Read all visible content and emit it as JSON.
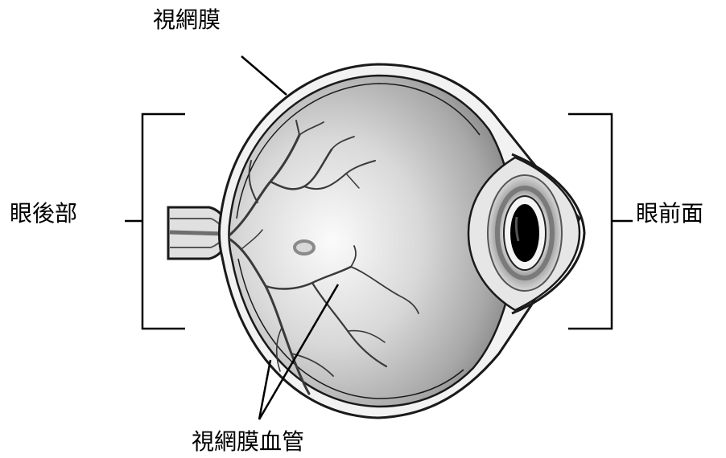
{
  "labels": {
    "retina": "視網膜",
    "posterior_segment": "眼後部",
    "anterior_segment": "眼前面",
    "retinal_vessels": "視網膜血管"
  },
  "colors": {
    "outline": "#1a1a1a",
    "eye_fill_light": "#f7f7f7",
    "eye_fill_dark": "#8c8c8c",
    "vessel": "#3a3a3a",
    "pupil": "#000000"
  }
}
